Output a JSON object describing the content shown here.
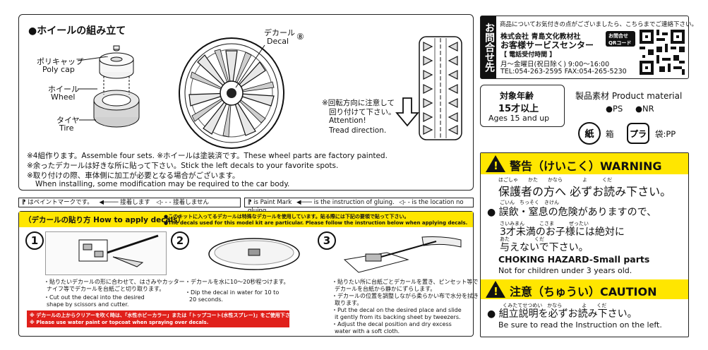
{
  "assembly": {
    "title": "●ホイールの組み立て",
    "polycap_jp": "ポリキャップ",
    "polycap_en": "Poly cap",
    "wheel_jp": "ホイール",
    "wheel_en": "Wheel",
    "tire_jp": "タイヤ",
    "tire_en": "Tire",
    "decal_jp": "デカール",
    "decal_en": "Decal",
    "decal_num": "⑧",
    "tread_note_1": "※回転方向に注意して",
    "tread_note_2": "回り付けて下さい。",
    "tread_note_3": "Attention!",
    "tread_note_4": "Tread direction.",
    "note_1": "※4組作ります。Assemble four sets. ※ホイールは塗装済です。These wheel parts are factory painted.",
    "note_2": "※余ったデカールは好きな所に貼って下さい。Stick the left decals to your favorite spots.",
    "note_3": "※取り付けの際、車体側に加工が必要となる場合がございます。",
    "note_4": "When installing, some modification may be required to the car body."
  },
  "legend": {
    "jp_paint": "はペイントマークです。",
    "jp_glue": "接着します",
    "jp_noglue": "接着しません",
    "en_paint": "is Paint Mark",
    "en_glue": "is the instruction of gluing.",
    "en_noglue": "is the location no gluing."
  },
  "decal_howto": {
    "title": "（デカールの貼り方 How to apply decals）",
    "notice_jp": "●このキットに入ってるデカールは特殊なデカールを使用しています。貼る際には下記の要領で貼って下さい。",
    "notice_en": "●The decals used for this model kit are particular. Please follow the instruction below when applying decals.",
    "step1_num": "1",
    "step1_jp_1": "・貼りたいデカールの形に合わせて、はさみやカッター",
    "step1_jp_2": "ナイフ等でデカールを台紙ごと切り取ります。",
    "step1_en_1": "・Cut out the decal into the desired",
    "step1_en_2": "shape by scissors and cutter.",
    "step2_num": "2",
    "step2_jp": "・デカールを水に10～20秒程つけます。",
    "step2_en_1": "・Dip the decal in water for 10 to",
    "step2_en_2": "20 seconds.",
    "step3_num": "3",
    "step3_jp_1": "・貼りたい所に台紙ごとデカールを置き、ピンセット等で",
    "step3_jp_2": "デカールを台紙から静かにずらします。",
    "step3_jp_3": "・デカールの位置を調整しながら柔らかい布で水分を拭き",
    "step3_jp_4": "取ります。",
    "step3_en_1": "・Put the decal on the desired place and slide",
    "step3_en_2": "it gently from its backing sheet by tweezers.",
    "step3_en_3": "・Adjust the decal position and dry excess",
    "step3_en_4": "water with a soft cloth.",
    "warn_jp": "※ デカールの上からクリアーを吹く時は、「水性ホビーカラー」または「トップコート(水性スプレー)」をご使用下さい。",
    "warn_en": "※ Please use water paint or topcoat when spraying over decals."
  },
  "contact": {
    "side_label": "お問合せ先",
    "intro": "商品についてお気付きの点がございましたら、こちらまでご連絡下さい。",
    "company": "株式会社 青島文化教材社",
    "center": "お客様サービスセンター",
    "hours_label": "【 電話受付時間 】",
    "hours": "月～金曜日(祝日除く) 9:00～16:00",
    "tel": "TEL:054-263-2595  FAX:054-265-5230",
    "qr_label_1": "お問合せ",
    "qr_label_2": "QRコード"
  },
  "age": {
    "title": "対象年齢",
    "age_jp": "15才以上",
    "age_en": "Ages 15 and up"
  },
  "material": {
    "title": "製品素材 Product material",
    "ps": "●PS",
    "nr": "●NR",
    "box_label": "箱",
    "bag_label": "袋:PP"
  },
  "warning": {
    "title": "警告（けいこく）WARNING",
    "line1": "保護者の方へ 必ずお読み下さい。",
    "line2": "● 誤飲・窒息の危険がありますので、",
    "line3": "3才未満のお子様には絶対に",
    "line4": "与えないで下さい。",
    "line5": "CHOKING HAZARD-Small parts",
    "line6": "Not for children under 3 years old.",
    "r1": "ほごしゃ　　かた　　かなら　　　　よ　　　くだ",
    "r2": "ごいん　ちっそく　きけん",
    "r3": "さいみまん　　　こさま　　　ぜったい",
    "r4": "あた　　　　　くだ"
  },
  "caution": {
    "title": "注意（ちゅうい）CAUTION",
    "line1": "● 組立説明を必ずお読み下さい。",
    "line2": "Be sure to read the Instruction on the left.",
    "r1": "くみたてせつめい　かなら　　　　よ　　くだ"
  }
}
